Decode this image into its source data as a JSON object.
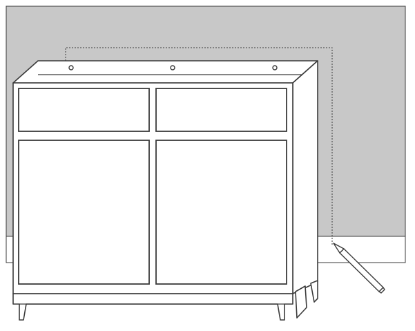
{
  "illustration": {
    "colors": {
      "wall": "#c8c8c8",
      "outline": "#3a3a3a",
      "cabinet_fill": "#ffffff",
      "baseboard_fill": "#ffffff",
      "pencil_fill": "#ffffff"
    },
    "objects": {
      "wall": "wall-panel",
      "baseboard": "baseboard-strip",
      "cabinet": "sideboard-cabinet",
      "drawers": [
        "drawer-left",
        "drawer-right"
      ],
      "doors": [
        "door-left",
        "door-right"
      ],
      "mounting_holes": [
        "hole-left",
        "hole-center",
        "hole-right"
      ],
      "tool": "pencil-icon",
      "guide": "dotted-trace-outline"
    }
  }
}
